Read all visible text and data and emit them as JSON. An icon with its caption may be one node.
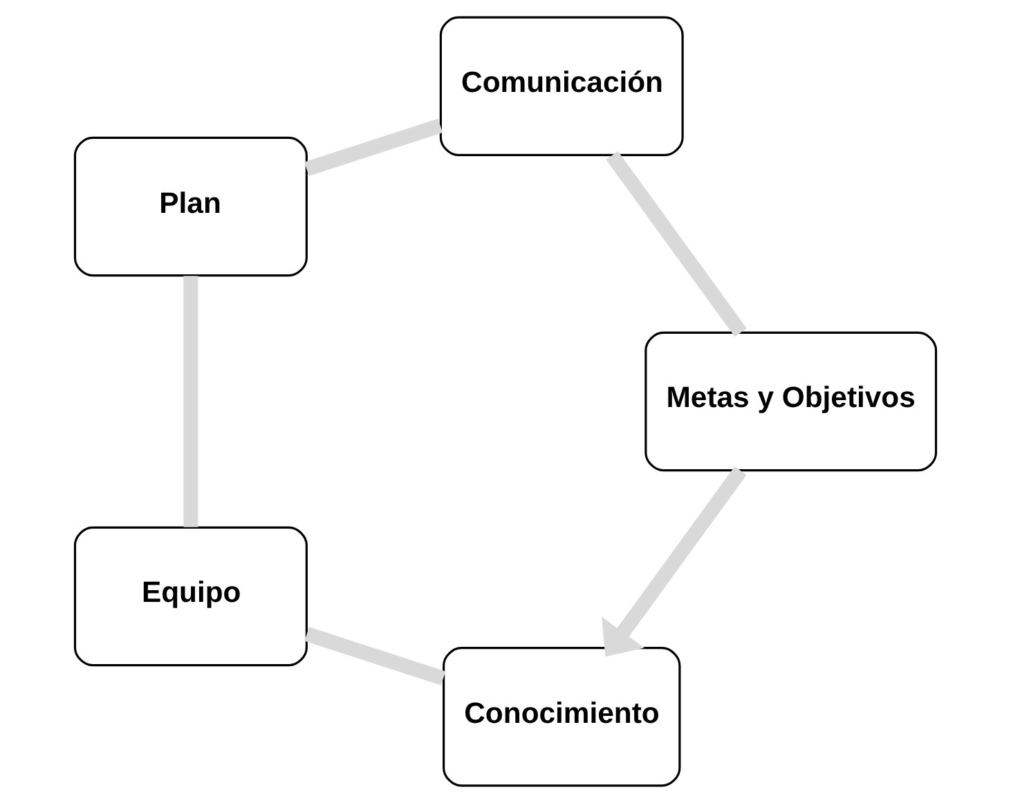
{
  "diagram": {
    "nodes": [
      {
        "text": [
          "Conocimiento"
        ]
      },
      {
        "text": [
          "Equipo"
        ]
      },
      {
        "text": [
          "Plan"
        ]
      },
      {
        "text": [
          "Comunicación"
        ]
      },
      {
        "text": [
          "Metas y Objetivos"
        ]
      }
    ],
    "edges": [
      {
        "from": 0,
        "to": 1,
        "arrow": "none"
      },
      {
        "from": 1,
        "to": 2,
        "arrow": "none"
      },
      {
        "from": 2,
        "to": 3,
        "arrow": "none"
      },
      {
        "from": 3,
        "to": 4,
        "arrow": "none"
      },
      {
        "from": 4,
        "to": 0,
        "arrow": "to"
      }
    ]
  }
}
